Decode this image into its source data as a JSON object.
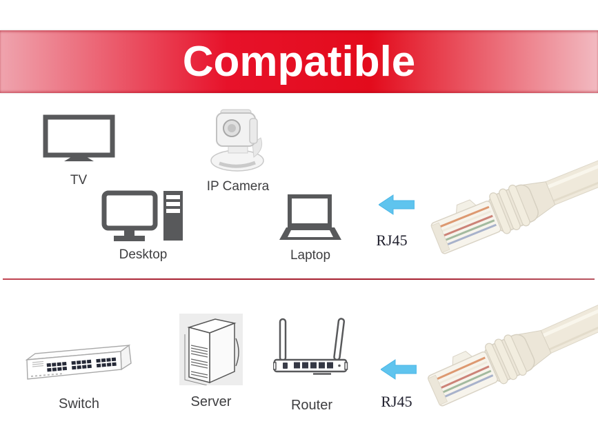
{
  "banner": {
    "title": "Compatible"
  },
  "colors": {
    "banner_red": "#e30b1c",
    "banner_pink_left": "#efa4ae",
    "banner_pink_right": "#f2bac1",
    "banner_text": "#ffffff",
    "divider_red": "#a61f30",
    "arrow_blue": "#5fc4ee",
    "icon_gray": "#58595b",
    "label_gray": "#3e3e40",
    "rj45_text": "#20202e",
    "cable_cream": "#efe9db"
  },
  "top_row": {
    "devices": [
      {
        "icon": "tv-icon",
        "label": "TV"
      },
      {
        "icon": "ip-camera-icon",
        "label": "IP Camera"
      },
      {
        "icon": "desktop-icon",
        "label": "Desktop"
      },
      {
        "icon": "laptop-icon",
        "label": "Laptop"
      }
    ],
    "arrow_icon": "left-arrow-icon",
    "connector_label": "RJ45",
    "cable_image": "white-rj45-ethernet-cable"
  },
  "bottom_row": {
    "devices": [
      {
        "icon": "network-switch-icon",
        "label": "Switch"
      },
      {
        "icon": "server-icon",
        "label": "Server"
      },
      {
        "icon": "router-icon",
        "label": "Router"
      }
    ],
    "arrow_icon": "left-arrow-icon",
    "connector_label": "RJ45",
    "cable_image": "white-rj45-ethernet-cable"
  }
}
